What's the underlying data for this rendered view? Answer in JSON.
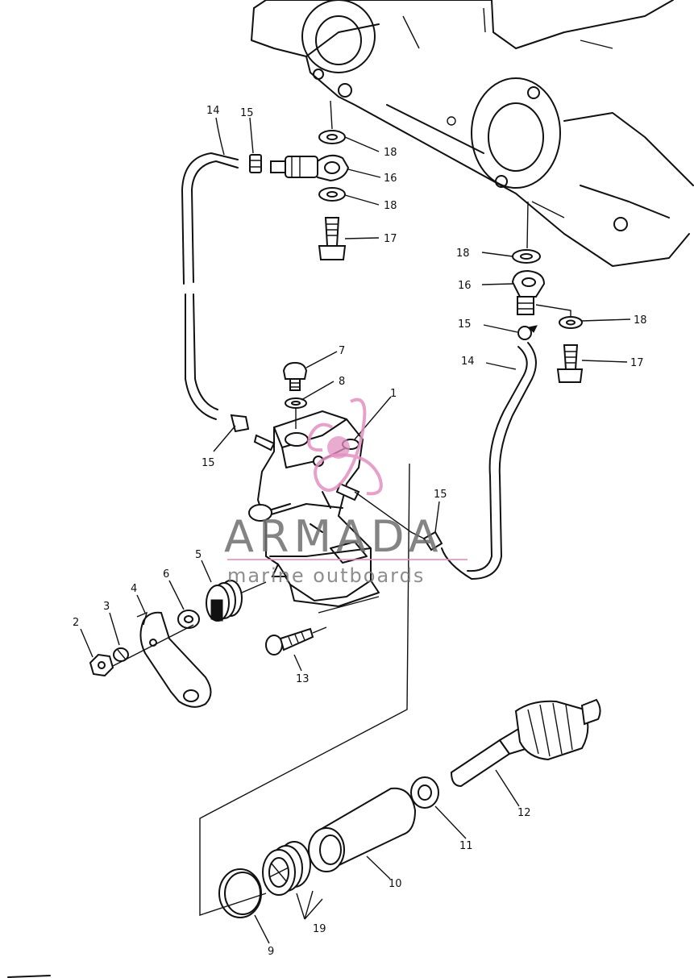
{
  "watermark": {
    "brand": "ARMADA",
    "tagline": "marine outboards",
    "logo_color": "#e38fc0"
  },
  "callouts": [
    {
      "id": "c1",
      "text": "1"
    },
    {
      "id": "c2",
      "text": "2"
    },
    {
      "id": "c3",
      "text": "3"
    },
    {
      "id": "c4",
      "text": "4"
    },
    {
      "id": "c5",
      "text": "5"
    },
    {
      "id": "c6",
      "text": "6"
    },
    {
      "id": "c7",
      "text": "7"
    },
    {
      "id": "c8",
      "text": "8"
    },
    {
      "id": "c9",
      "text": "9"
    },
    {
      "id": "c10",
      "text": "10"
    },
    {
      "id": "c11",
      "text": "11"
    },
    {
      "id": "c12",
      "text": "12"
    },
    {
      "id": "c13",
      "text": "13"
    },
    {
      "id": "c14a",
      "text": "14"
    },
    {
      "id": "c14b",
      "text": "14"
    },
    {
      "id": "c15a",
      "text": "15"
    },
    {
      "id": "c15b",
      "text": "15"
    },
    {
      "id": "c15c",
      "text": "15"
    },
    {
      "id": "c15d",
      "text": "15"
    },
    {
      "id": "c16a",
      "text": "16"
    },
    {
      "id": "c16b",
      "text": "16"
    },
    {
      "id": "c17a",
      "text": "17"
    },
    {
      "id": "c17b",
      "text": "17"
    },
    {
      "id": "c18a",
      "text": "18"
    },
    {
      "id": "c18b",
      "text": "18"
    },
    {
      "id": "c18c",
      "text": "18"
    },
    {
      "id": "c18d",
      "text": "18"
    },
    {
      "id": "c19",
      "text": "19"
    }
  ]
}
